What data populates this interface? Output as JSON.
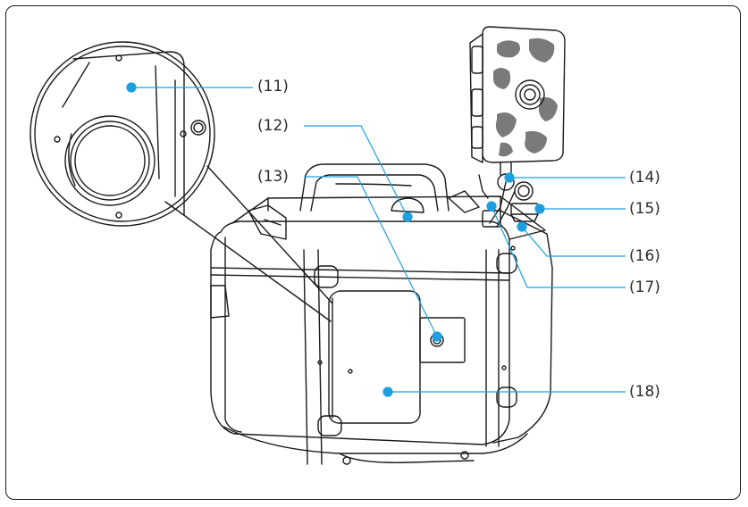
{
  "callouts": [
    {
      "id": "11",
      "label": "(11)"
    },
    {
      "id": "12",
      "label": "(12)"
    },
    {
      "id": "13",
      "label": "(13)"
    },
    {
      "id": "14",
      "label": "(14)"
    },
    {
      "id": "15",
      "label": "(15)"
    },
    {
      "id": "16",
      "label": "(16)"
    },
    {
      "id": "17",
      "label": "(17)"
    },
    {
      "id": "18",
      "label": "(18)"
    }
  ],
  "colors": {
    "leader": "#1ea0e0",
    "outline": "#1a1a1a",
    "camouflage": "#7a7a7a"
  }
}
